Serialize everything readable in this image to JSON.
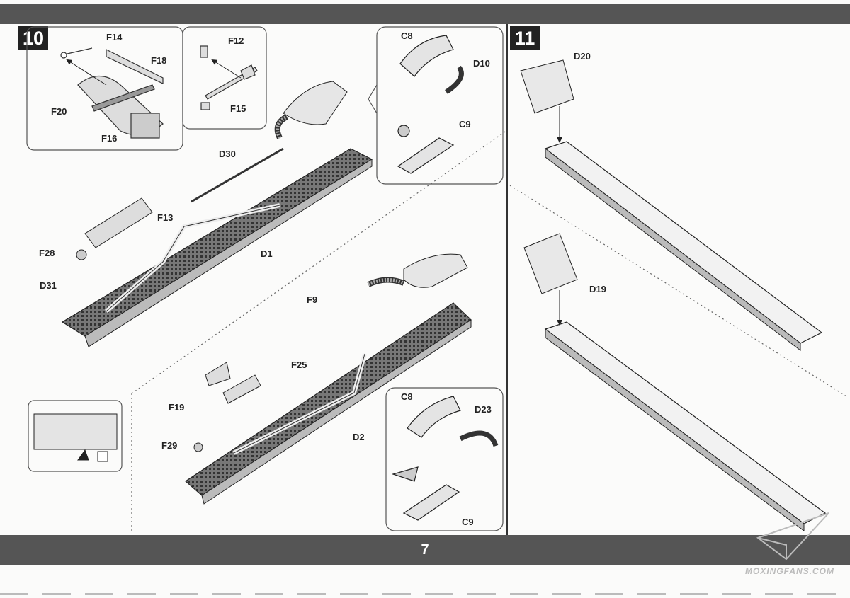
{
  "steps": {
    "a": "10",
    "b": "11"
  },
  "page_number": "7",
  "watermark": "MOXINGFANS.COM",
  "labels": {
    "F14": "F14",
    "F18": "F18",
    "F20": "F20",
    "F16": "F16",
    "F12": "F12",
    "F15": "F15",
    "C8a": "C8",
    "D10": "D10",
    "C9a": "C9",
    "D30": "D30",
    "F13": "F13",
    "F28": "F28",
    "D1": "D1",
    "D31": "D31",
    "F9": "F9",
    "F25": "F25",
    "F19": "F19",
    "F29": "F29",
    "D2": "D2",
    "C8b": "C8",
    "D23": "D23",
    "C9b": "C9",
    "D20": "D20",
    "D19": "D19"
  },
  "colors": {
    "band": "#555555",
    "box": "#222222",
    "part": "#dddddd",
    "mesh": "#444444"
  }
}
